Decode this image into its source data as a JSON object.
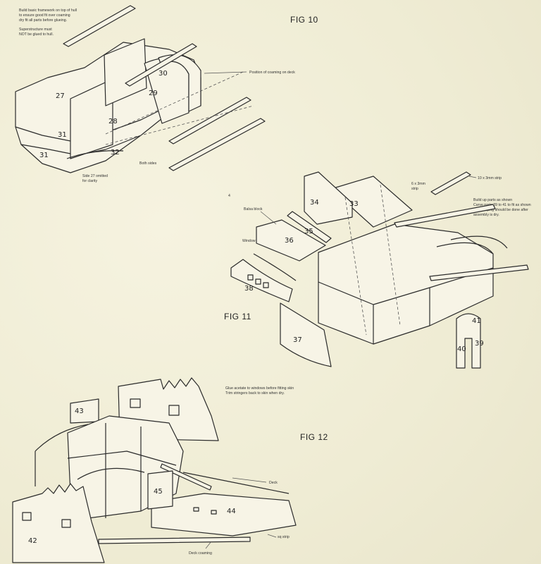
{
  "figures": {
    "fig10": "FIG 10",
    "fig11": "FIG 11",
    "fig12": "FIG 12"
  },
  "fig10": {
    "note_lines": [
      "Build basic framework on top of hull",
      "to ensure good fit over coaming",
      "dry fit all parts before glueing."
    ],
    "super_lines": [
      "Superstructure must",
      "NOT be glued to hull."
    ],
    "coaming_label": "Position of coaming on deck",
    "both_sides": "Both sides",
    "side_lines": [
      "Side 27 omitted",
      "for clarity"
    ],
    "parts": [
      "27",
      "28",
      "29",
      "30",
      "31",
      "31",
      "32"
    ]
  },
  "fig11": {
    "strip_10x3": "10 x 3mm strip",
    "strip_6x3_lines": [
      "6 x 3mm",
      "strip"
    ],
    "build_lines": [
      "Build up parts as shown",
      "Carve parts 39 to 41 to fit as shown",
      "final shaping should be done after",
      "assembly is dry."
    ],
    "balsa_block": "Balsa block",
    "window": "Window",
    "marker": "4",
    "parts": [
      "33",
      "34",
      "35",
      "36",
      "37",
      "38",
      "39",
      "40",
      "41"
    ]
  },
  "fig12": {
    "glue_lines": [
      "Glue acetate to windows before fitting skin",
      "Trim stringers back to skin  when dry."
    ],
    "deck": "Deck",
    "deck_coaming": "Deck coaming",
    "sq_strip": "sq strip",
    "parts": [
      "42",
      "43",
      "44",
      "45"
    ]
  }
}
